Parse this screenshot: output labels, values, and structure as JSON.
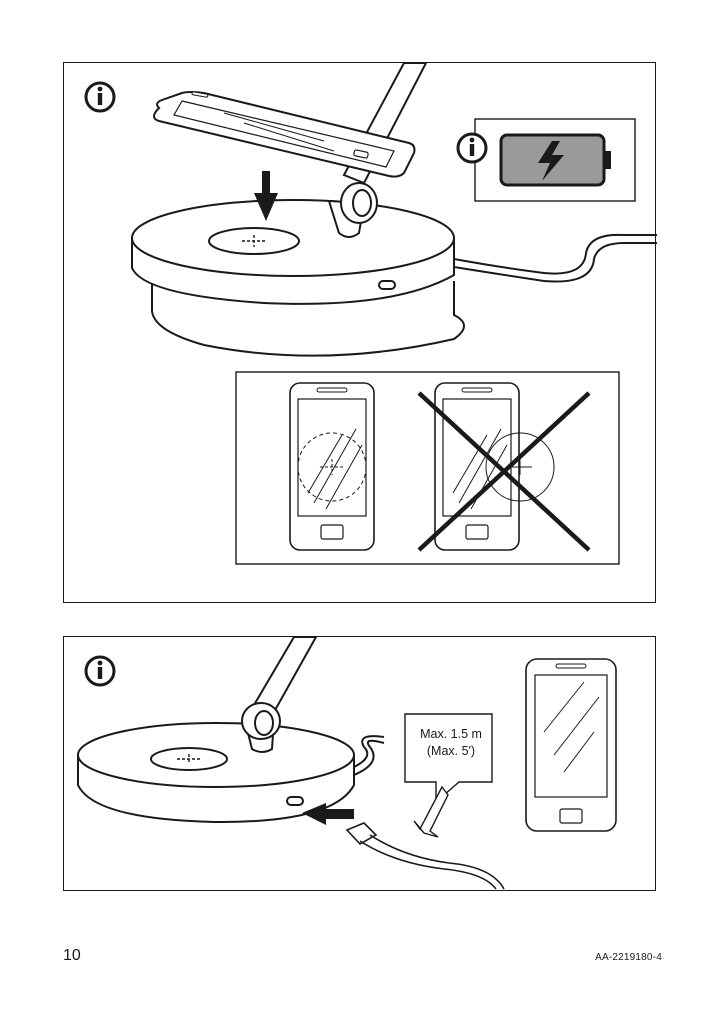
{
  "panels": {
    "top": {
      "info_icon": "info-icon",
      "battery_info_icon": "info-icon",
      "battery_icon": "charging-battery-icon",
      "correct_icon": "phone-centered-on-pad",
      "wrong_icon": "phone-offset-crossed-out"
    },
    "bottom": {
      "info_icon": "info-icon",
      "callout_line1": "Max. 1.5 m",
      "callout_line2": "(Max. 5')"
    }
  },
  "footer": {
    "page_number": "10",
    "document_code": "AA-2219180-4"
  },
  "colors": {
    "ink": "#1a1a1a",
    "battery_fill": "#9a9a9a"
  }
}
